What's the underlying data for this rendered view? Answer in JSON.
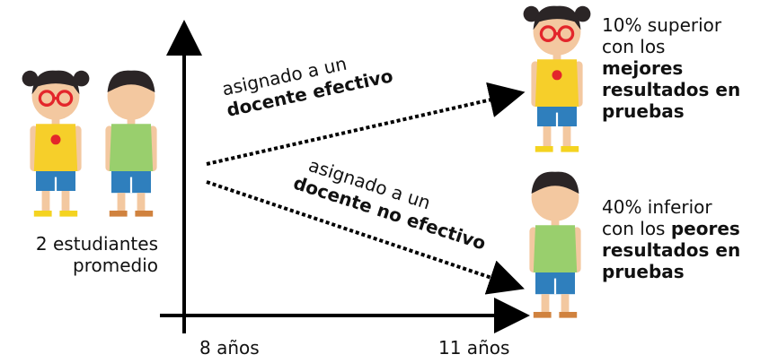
{
  "left_label": {
    "line1": "2 estudiantes",
    "line2": "promedio"
  },
  "upper_arrow_label": {
    "line1": "asignado a un",
    "line2": "docente efectivo"
  },
  "lower_arrow_label": {
    "line1": "asignado a un",
    "line2a": "docente",
    "line2b": "no efectivo"
  },
  "top_right_label": {
    "line1": "10% superior",
    "line2": "con los",
    "line3": "mejores",
    "line4": "resultados en",
    "line5": "pruebas"
  },
  "bottom_right_label": {
    "line1": "40% inferior",
    "line2a": "con los ",
    "line2b": "peores",
    "line3": "resultados en",
    "line4": "pruebas"
  },
  "x_ticks": [
    "8 años",
    "11 años"
  ],
  "colors": {
    "axis": "#000000",
    "girl_shirt": "#f6cf2a",
    "boy_shirt": "#99cf6d",
    "shorts": "#2f7fbd",
    "skin": "#f3c8a0",
    "hair": "#2b2526",
    "glasses": "#e3262b",
    "shoes_girl": "#f4d320",
    "shoes_boy": "#d0823e"
  }
}
